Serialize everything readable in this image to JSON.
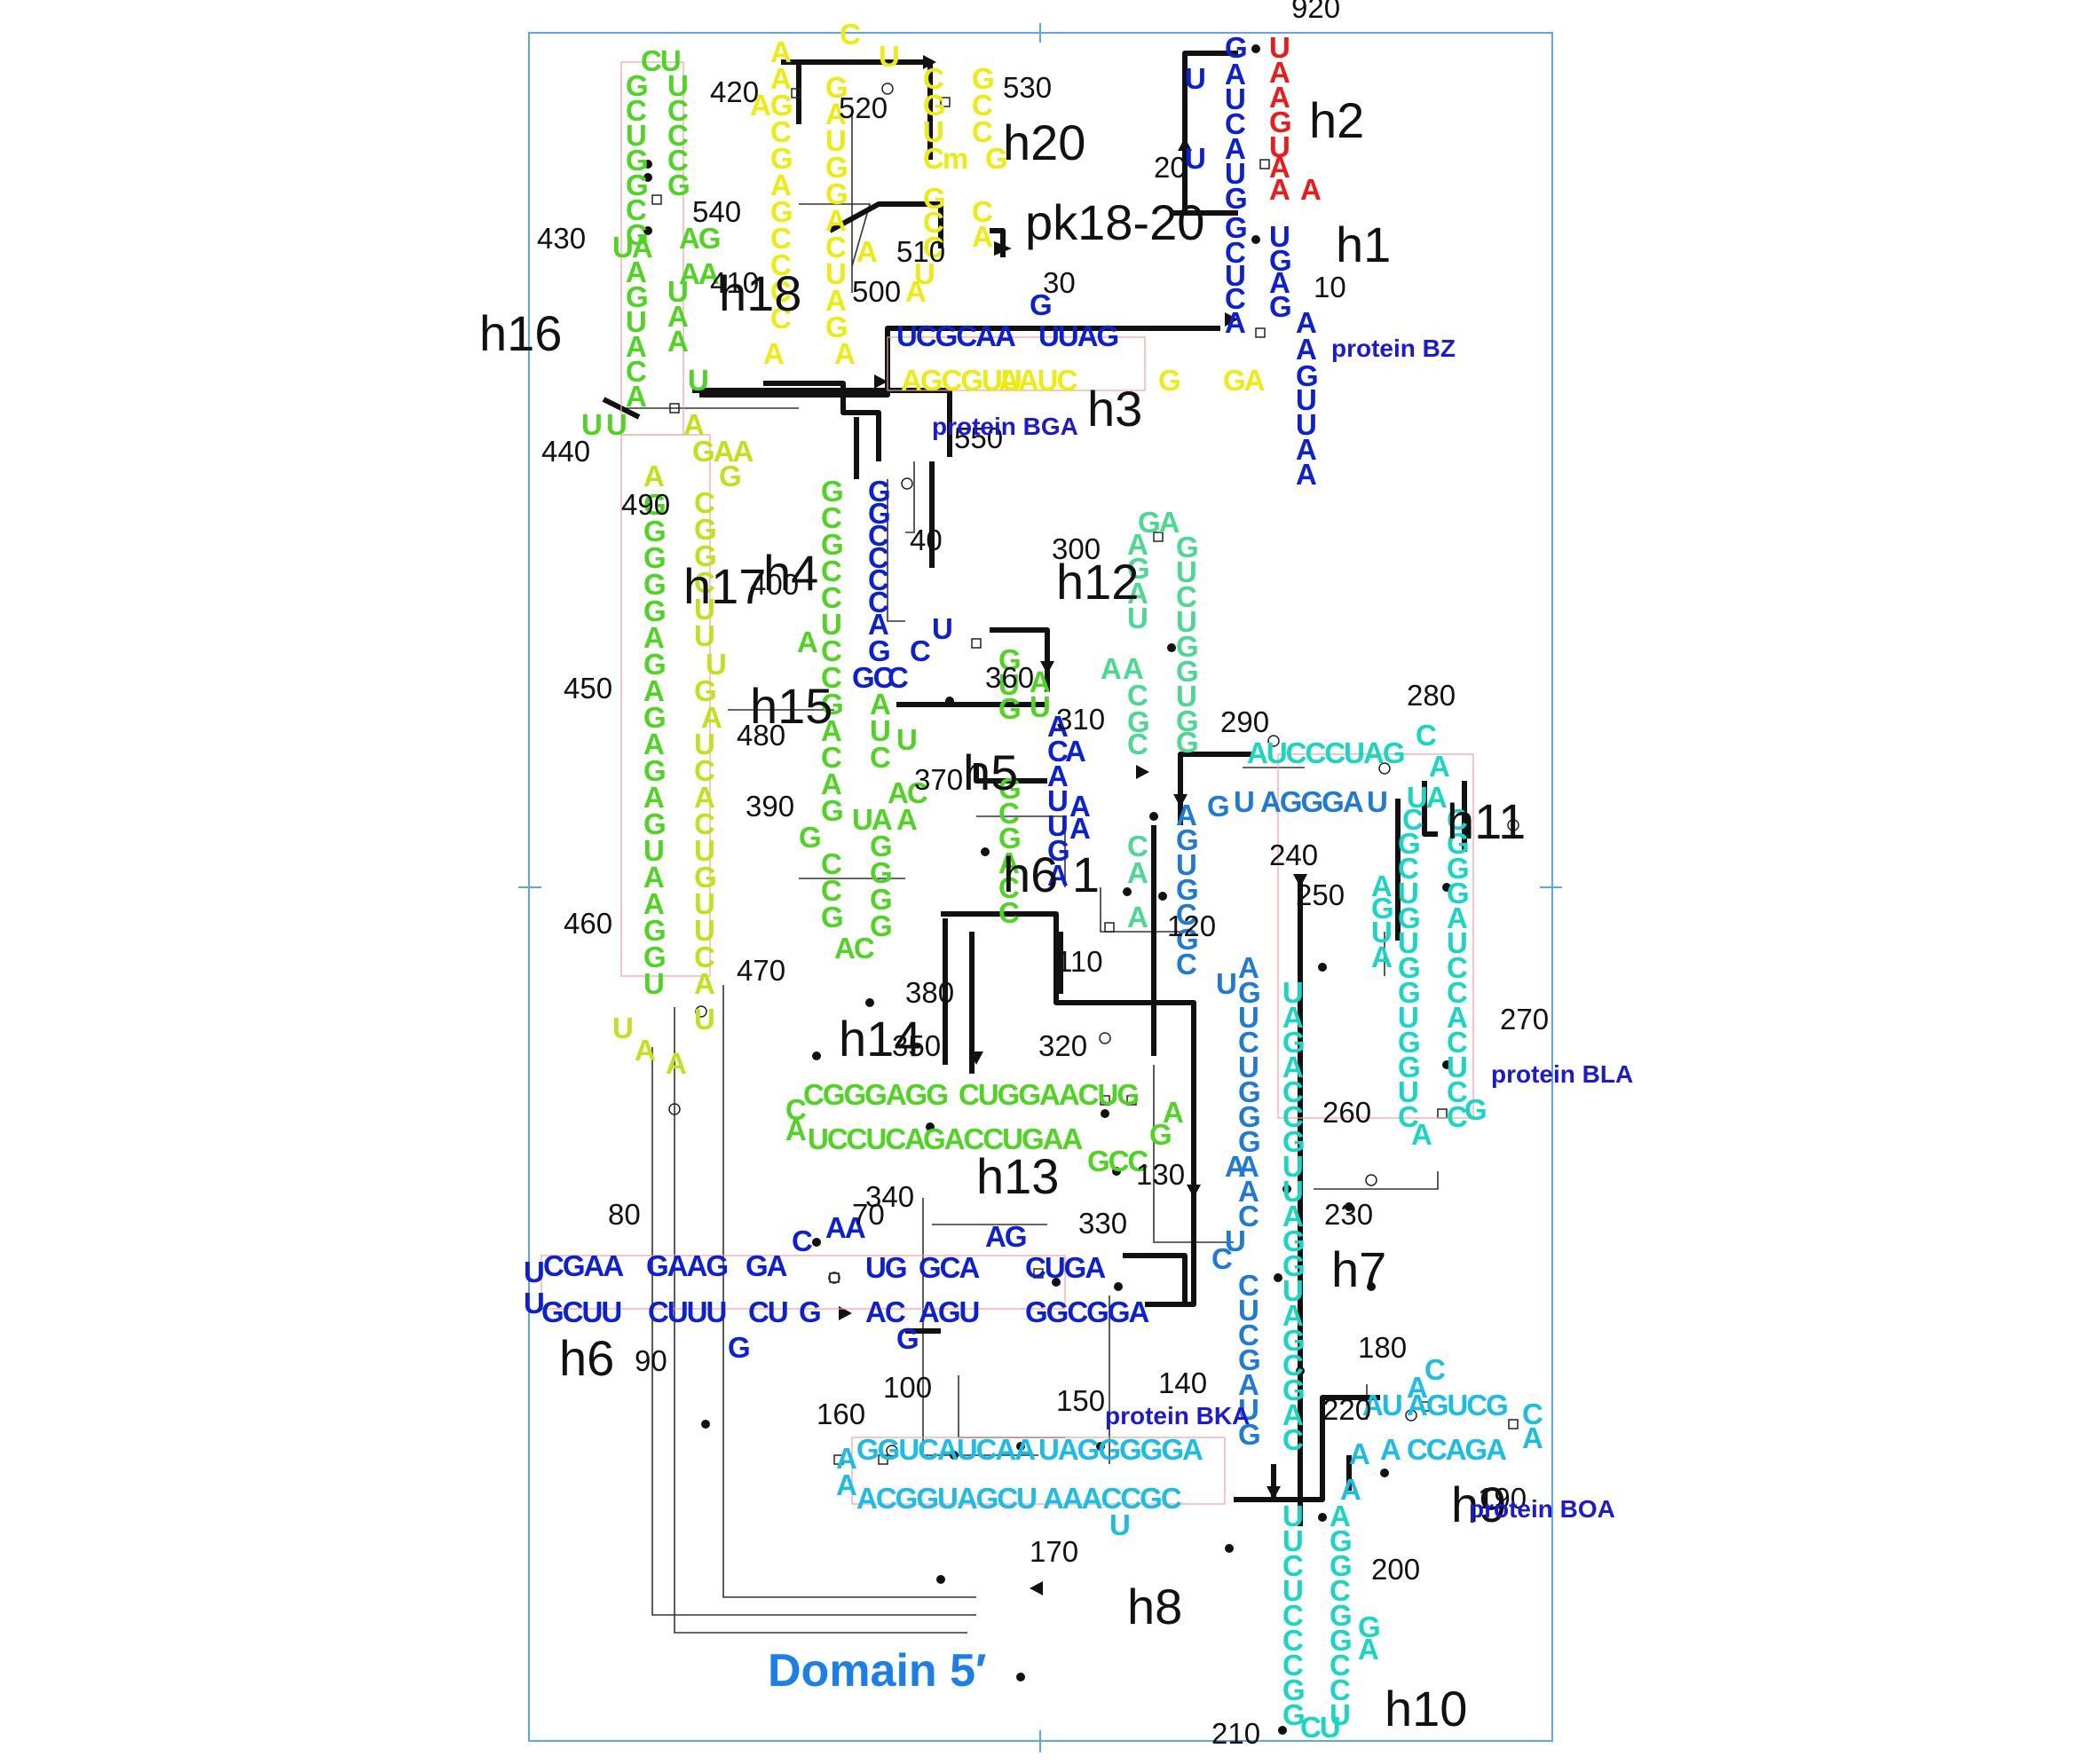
{
  "domain_title": "Domain 5′",
  "colors": {
    "blue": "#0a1fd6",
    "mid_blue": "#1e7ad6",
    "light_blue": "#19bde6",
    "cyan": "#18d6c4",
    "yellow": "#ecec10",
    "yellow_green": "#bfe21a",
    "green": "#4fd422",
    "red": "#ee1a1a",
    "frame": "#5aa8e8",
    "protein_label": "#1a1ad6",
    "domain_title": "#1a7fe8"
  },
  "helix_labels": [
    "h1",
    "h2",
    "h3",
    "h4",
    "h5",
    "h6",
    "h7",
    "h8",
    "h9",
    "h10",
    "h11",
    "h12",
    "h13",
    "h14",
    "h15",
    "h16",
    "h17",
    "h18",
    "h20",
    "pk18-20",
    "h6 1"
  ],
  "protein_labels": [
    "protein BZ",
    "protein BGA",
    "protein BLA",
    "protein BKA",
    "protein BOA"
  ],
  "position_numbers": [
    "920",
    "10",
    "20",
    "30",
    "40",
    "70",
    "80",
    "90",
    "100",
    "110",
    "120",
    "130",
    "140",
    "150",
    "160",
    "170",
    "180",
    "190",
    "200",
    "210",
    "220",
    "230",
    "240",
    "250",
    "260",
    "270",
    "280",
    "290",
    "300",
    "310",
    "320",
    "330",
    "340",
    "350",
    "360",
    "370",
    "380",
    "390",
    "400",
    "410",
    "420",
    "430",
    "440",
    "450",
    "460",
    "470",
    "480",
    "490",
    "500",
    "510",
    "520",
    "530",
    "540",
    "550"
  ],
  "sequences": {
    "h1_h2_blue_strand": "UGAUCAUGGCUCA",
    "h1_3prime_tail": "UGAGAAGUUAA",
    "h2_red_strand": "UAAGUAAA",
    "h3_top": "UCGCAA UUAG",
    "h3_bottom": "AGCGUU AAUC",
    "h4_left": "GCGCCCUGGACUAGUA",
    "h4_right": "GGCCCCAGC",
    "h6_top": "CGAA GAAG GA",
    "h6_bottom": "GCUU CUUU CU G",
    "h13_top": "CGGGAGG CUGGAACUG",
    "h13_bottom": "UCCUCA GACCUGAA",
    "h8_top": "GGUCAUCAA UAGGGGGA",
    "h8_bottom": "ACGGUAGCU AAACCGC",
    "h9_top": "AU AGUCG",
    "h9_bottom": "A CCAGA",
    "h10_left": "UUCUCCCGG",
    "h10_right": "AGGCGGCCU",
    "h11_top": "AUCCCUAGCA",
    "h11_bottom": "GUAGGGAUA",
    "h12_left": "GAGUAAUAGC",
    "h12_right": "GUCUGGUGG",
    "h16_left": "CUGGCGUUACAGUGUC",
    "h16_right": "UCGUAAUCU",
    "h17_left": "AAGGCGGGAGGAGGAAGGUAAGU",
    "h17_right": "GGCGGAUUGCAUCCGCUGUUCUAU",
    "h18_h20_yellow": "CUCGCGAGCCAAGAUGGCUAGUUGGCmG",
    "h7_left": "AUUCUGGAACUCUCGAUG",
    "h7_right": "UAGACCGUUAGGUAGCGAC"
  }
}
